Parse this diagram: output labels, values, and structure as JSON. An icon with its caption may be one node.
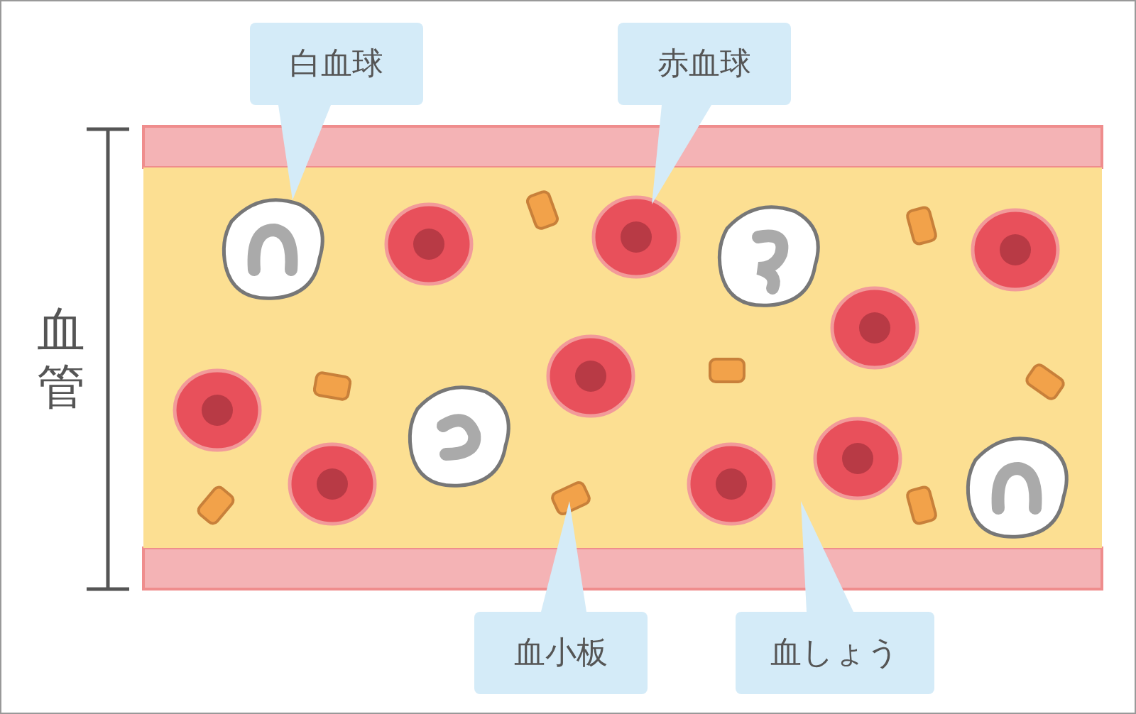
{
  "diagram": {
    "nodes": [
      {
        "text": [
          "白血球"
        ]
      },
      {
        "text": [
          "赤血球"
        ]
      },
      {
        "text": [
          "血小板"
        ]
      },
      {
        "text": [
          "血しょう"
        ]
      },
      {
        "text": [],
        "shape": "bar"
      },
      {
        "text": [],
        "shape": "picture",
        "in": 4
      },
      {
        "text": [],
        "shape": "picture",
        "in": 4
      },
      {
        "text": [],
        "shape": "box",
        "in": 4
      }
    ],
    "edges": [
      {
        "from": 0,
        "to": 5,
        "arrow": "to"
      },
      {
        "from": 1,
        "to": 6,
        "arrow": "to"
      },
      {
        "from": 2,
        "to": 7,
        "arrow": "to"
      },
      {
        "from": 3,
        "to": 4,
        "arrow": "to"
      }
    ],
    "labels": [
      "血管"
    ]
  }
}
